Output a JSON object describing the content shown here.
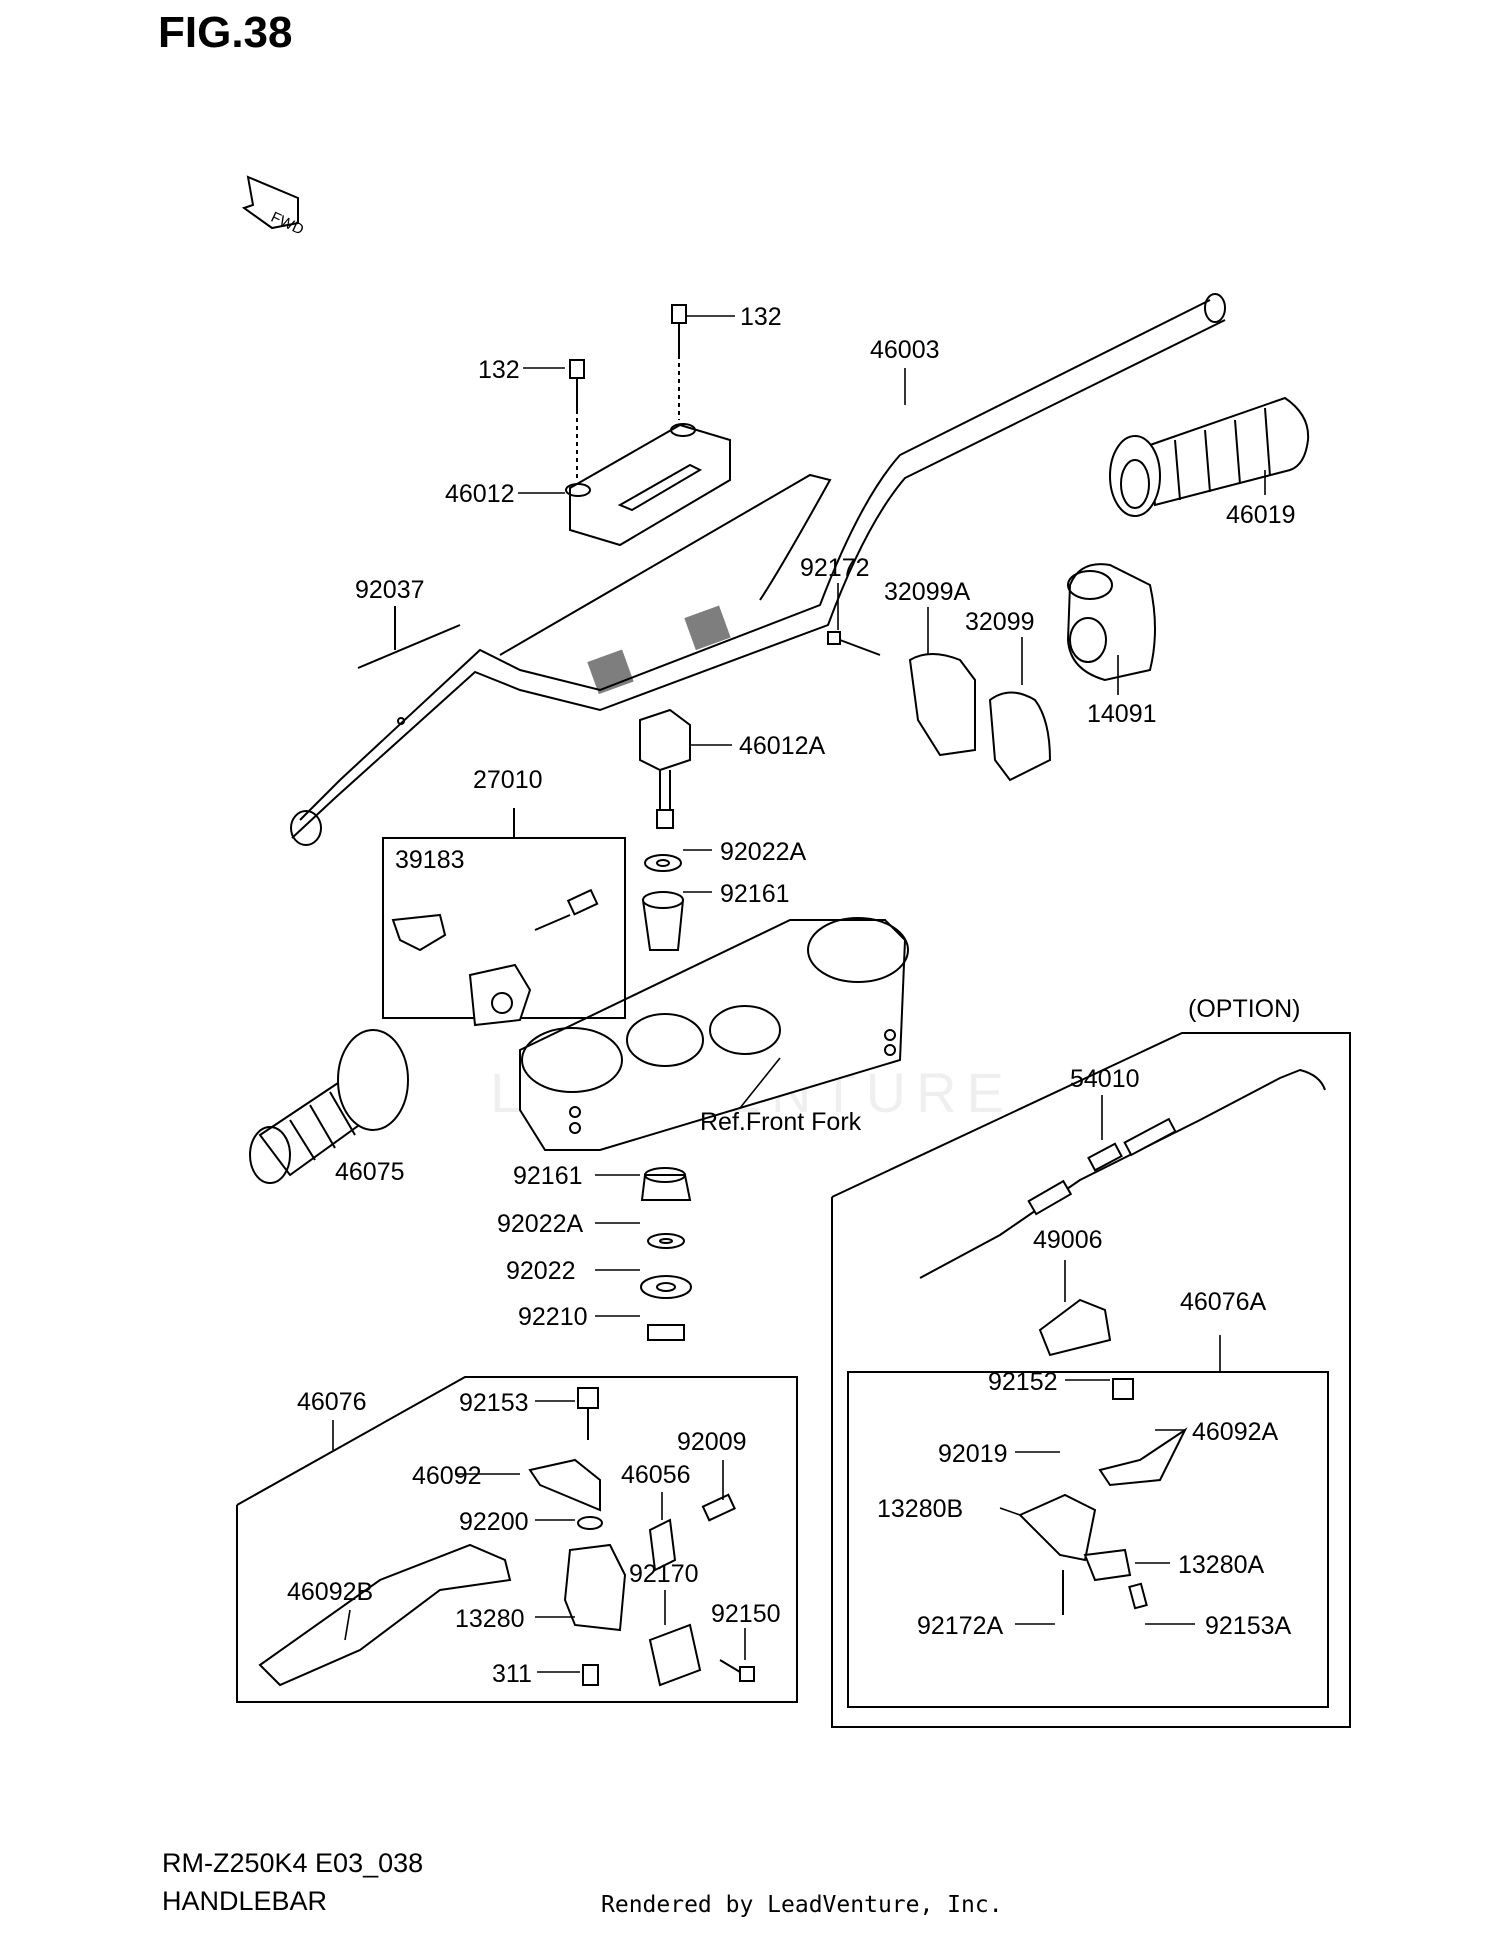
{
  "figure": {
    "title": "FIG.38"
  },
  "forward_indicator": {
    "label": "FWD"
  },
  "watermark": "LEADVENTURE",
  "option_box_label": "(OPTION)",
  "reference_text": "Ref.Front Fork",
  "part_labels": {
    "p132a": "132",
    "p132b": "132",
    "p46003": "46003",
    "p46012": "46012",
    "p46019": "46019",
    "p92037": "92037",
    "p92172": "92172",
    "p32099A": "32099A",
    "p32099": "32099",
    "p14091": "14091",
    "p46012A": "46012A",
    "p27010": "27010",
    "p39183": "39183",
    "p92022A_top": "92022A",
    "p92161_top": "92161",
    "p46075": "46075",
    "p92161_bot": "92161",
    "p92022A_bot": "92022A",
    "p92022": "92022",
    "p92210": "92210",
    "p54010": "54010",
    "p49006": "49006",
    "p46076A": "46076A",
    "p92152": "92152",
    "p46092A": "46092A",
    "p92019": "92019",
    "p13280B": "13280B",
    "p13280A": "13280A",
    "p92172A": "92172A",
    "p92153A": "92153A",
    "p46076": "46076",
    "p92153": "92153",
    "p92009": "92009",
    "p46092": "46092",
    "p46056": "46056",
    "p92200": "92200",
    "p46092B": "46092B",
    "p92170": "92170",
    "p13280": "13280",
    "p92150": "92150",
    "p311": "311"
  },
  "footer": {
    "model_code": "RM-Z250K4 E03_038",
    "section_name": "HANDLEBAR",
    "rendered_by": "Rendered by LeadVenture, Inc."
  }
}
